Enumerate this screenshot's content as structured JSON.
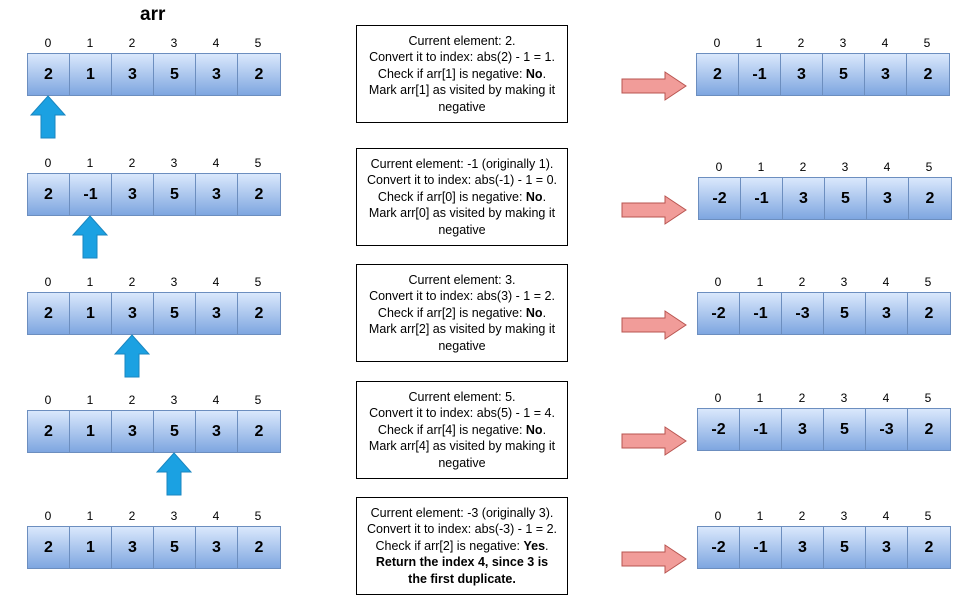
{
  "title": "arr",
  "colors": {
    "cell_top": "#dae8fc",
    "cell_bottom": "#7ea6e0",
    "cell_border": "#6c8ebf",
    "pointer_arrow": "#1ba1e2",
    "transition_arrow": "#f19c99"
  },
  "rows": [
    {
      "indices": [
        "0",
        "1",
        "2",
        "3",
        "4",
        "5"
      ],
      "before": [
        "2",
        "1",
        "3",
        "5",
        "3",
        "2"
      ],
      "pointer_index": 0,
      "desc_lines": [
        {
          "pre": "Current element: 2.",
          "bold": "",
          "post": ""
        },
        {
          "pre": "Convert it to index: abs(2) - 1 = 1.",
          "bold": "",
          "post": ""
        },
        {
          "pre": "Check if arr[1] is negative: ",
          "bold": "No",
          "post": "."
        },
        {
          "pre": "Mark arr[1] as visited by making it",
          "bold": "",
          "post": ""
        },
        {
          "pre": "negative",
          "bold": "",
          "post": ""
        }
      ],
      "after": [
        "2",
        "-1",
        "3",
        "5",
        "3",
        "2"
      ]
    },
    {
      "indices": [
        "0",
        "1",
        "2",
        "3",
        "4",
        "5"
      ],
      "before": [
        "2",
        "-1",
        "3",
        "5",
        "3",
        "2"
      ],
      "pointer_index": 1,
      "desc_lines": [
        {
          "pre": "Current element: -1 (originally 1).",
          "bold": "",
          "post": ""
        },
        {
          "pre": "Convert it to index: abs(-1) - 1 = 0.",
          "bold": "",
          "post": ""
        },
        {
          "pre": "Check if arr[0] is negative: ",
          "bold": "No",
          "post": "."
        },
        {
          "pre": "Mark arr[0] as visited by making it",
          "bold": "",
          "post": ""
        },
        {
          "pre": "negative",
          "bold": "",
          "post": ""
        }
      ],
      "after": [
        "-2",
        "-1",
        "3",
        "5",
        "3",
        "2"
      ]
    },
    {
      "indices": [
        "0",
        "1",
        "2",
        "3",
        "4",
        "5"
      ],
      "before": [
        "2",
        "1",
        "3",
        "5",
        "3",
        "2"
      ],
      "pointer_index": 2,
      "desc_lines": [
        {
          "pre": "Current element: 3.",
          "bold": "",
          "post": ""
        },
        {
          "pre": "Convert it to index: abs(3) - 1 = 2.",
          "bold": "",
          "post": ""
        },
        {
          "pre": "Check if arr[2] is negative: ",
          "bold": "No",
          "post": "."
        },
        {
          "pre": "Mark arr[2] as visited by making it",
          "bold": "",
          "post": ""
        },
        {
          "pre": "negative",
          "bold": "",
          "post": ""
        }
      ],
      "after": [
        "-2",
        "-1",
        "-3",
        "5",
        "3",
        "2"
      ]
    },
    {
      "indices": [
        "0",
        "1",
        "2",
        "3",
        "4",
        "5"
      ],
      "before": [
        "2",
        "1",
        "3",
        "5",
        "3",
        "2"
      ],
      "pointer_index": 3,
      "desc_lines": [
        {
          "pre": "Current element: 5.",
          "bold": "",
          "post": ""
        },
        {
          "pre": "Convert it to index: abs(5) - 1 = 4.",
          "bold": "",
          "post": ""
        },
        {
          "pre": "Check if arr[4] is negative: ",
          "bold": "No",
          "post": "."
        },
        {
          "pre": "Mark arr[4] as visited by making it",
          "bold": "",
          "post": ""
        },
        {
          "pre": "negative",
          "bold": "",
          "post": ""
        }
      ],
      "after": [
        "-2",
        "-1",
        "3",
        "5",
        "-3",
        "2"
      ]
    },
    {
      "indices": [
        "0",
        "1",
        "2",
        "3",
        "4",
        "5"
      ],
      "before": [
        "2",
        "1",
        "3",
        "5",
        "3",
        "2"
      ],
      "pointer_index": null,
      "desc_lines": [
        {
          "pre": "Current element: -3 (originally 3).",
          "bold": "",
          "post": ""
        },
        {
          "pre": "Convert it to index: abs(-3) - 1 = 2.",
          "bold": "",
          "post": ""
        },
        {
          "pre": "Check if arr[2] is negative: ",
          "bold": "Yes",
          "post": "."
        },
        {
          "pre": "",
          "bold": "Return the index 4, since 3 is",
          "post": ""
        },
        {
          "pre": "",
          "bold": "the first duplicate.",
          "post": ""
        }
      ],
      "after": [
        "-2",
        "-1",
        "3",
        "5",
        "3",
        "2"
      ]
    }
  ]
}
